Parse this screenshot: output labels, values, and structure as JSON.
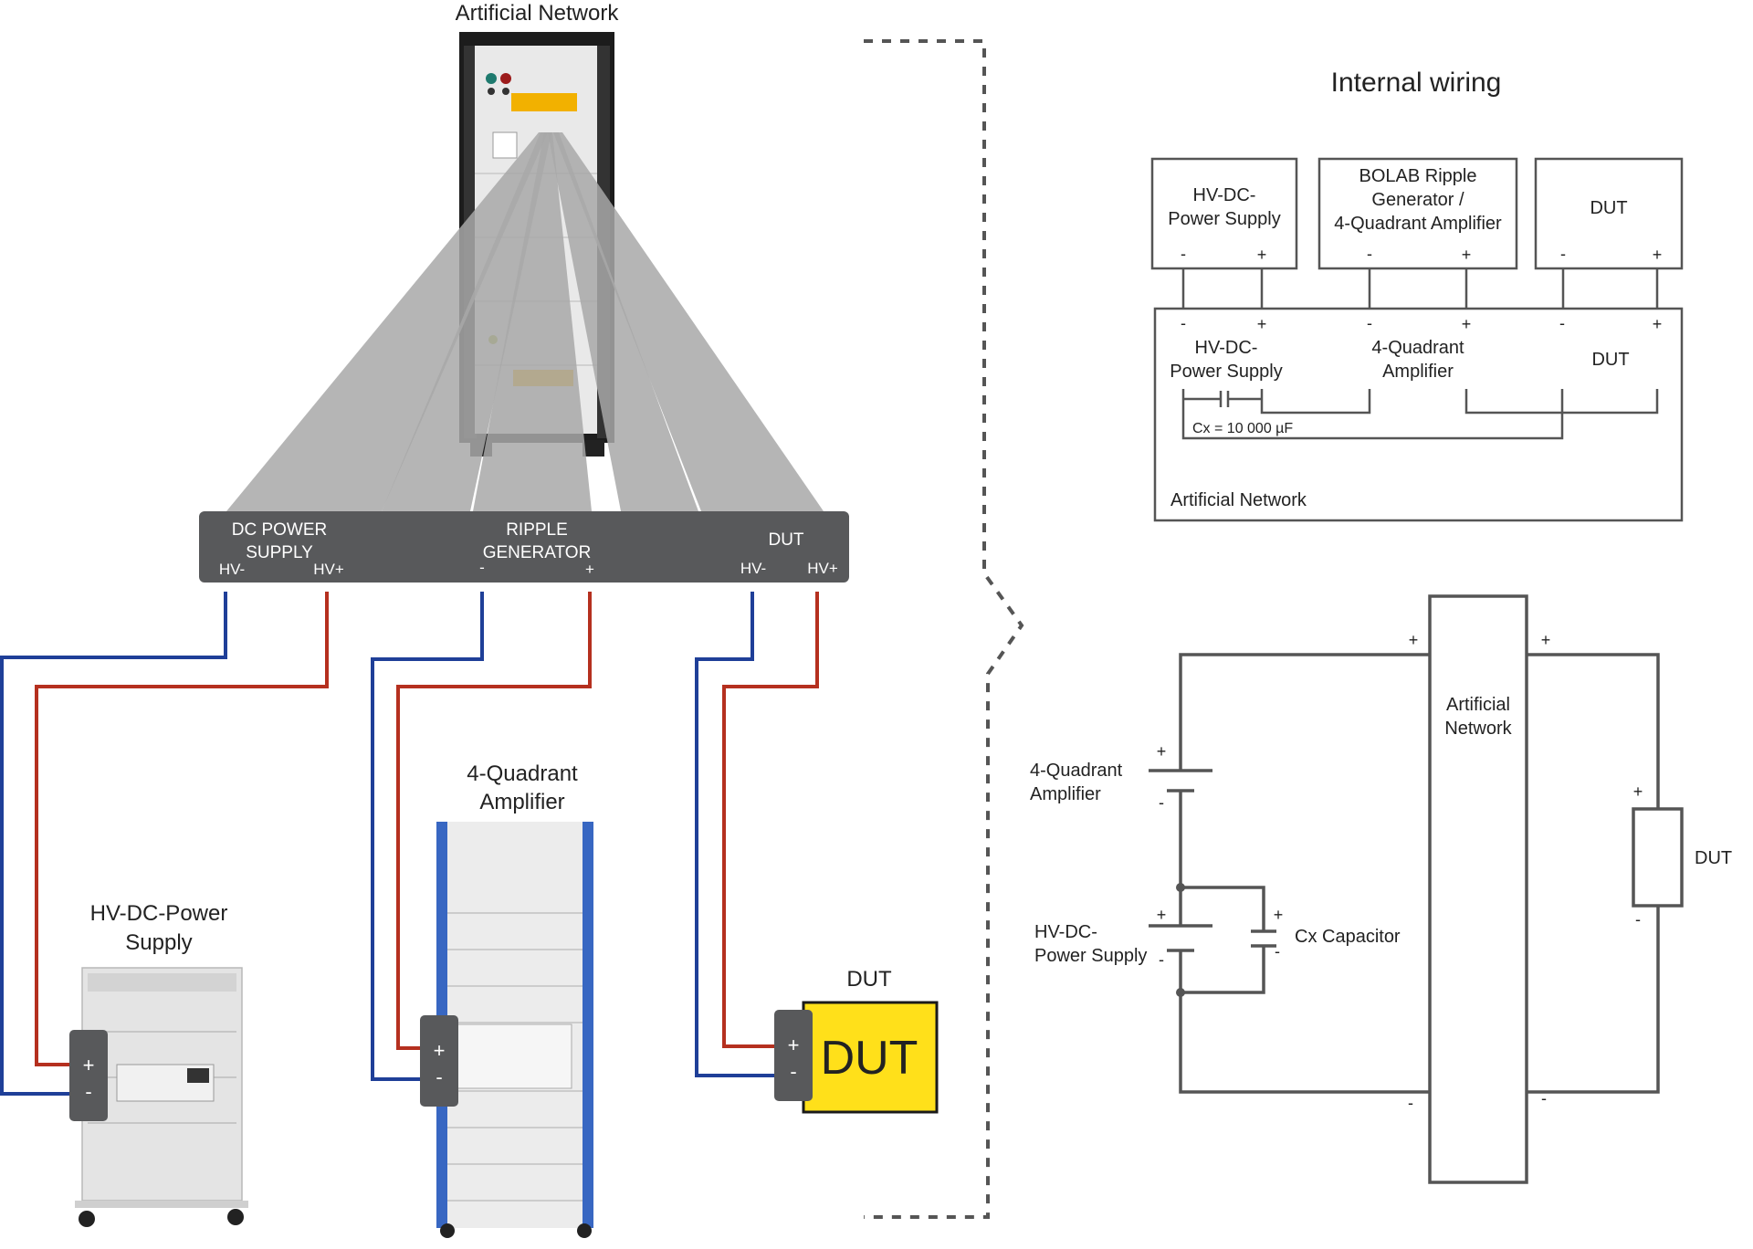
{
  "left": {
    "artificial_network_title": "Artificial Network",
    "panel": {
      "dc_line1": "DC POWER",
      "dc_line2": "SUPPLY",
      "dc_neg": "HV-",
      "dc_pos": "HV+",
      "ripple_line1": "RIPPLE",
      "ripple_line2": "GENERATOR",
      "ripple_neg": "-",
      "ripple_pos": "+",
      "dut": "DUT",
      "dut_neg": "HV-",
      "dut_pos": "HV+"
    },
    "hv_dc_title_line1": "HV-DC-Power",
    "hv_dc_title_line2": "Supply",
    "quad_title_line1": "4-Quadrant",
    "quad_title_line2": "Amplifier",
    "dut_title": "DUT",
    "dut_box_text": "DUT",
    "plus": "+",
    "minus": "-"
  },
  "wiring": {
    "title": "Internal wiring",
    "box1_line1": "HV-DC-",
    "box1_line2": "Power Supply",
    "box2_line1": "BOLAB Ripple",
    "box2_line2": "Generator /",
    "box2_line3": "4-Quadrant Amplifier",
    "box3": "DUT",
    "net_hv_line1": "HV-DC-",
    "net_hv_line2": "Power Supply",
    "net_quad_line1": "4-Quadrant",
    "net_quad_line2": "Amplifier",
    "net_dut": "DUT",
    "cx_label": "Cx = 10 000 µF",
    "network_label": "Artificial Network",
    "plus": "+",
    "minus": "-"
  },
  "schematic": {
    "network_line1": "Artificial",
    "network_line2": "Network",
    "quad_line1": "4-Quadrant",
    "quad_line2": "Amplifier",
    "hv_line1": "HV-DC-",
    "hv_line2": "Power Supply",
    "cx_label": "Cx Capacitor",
    "dut_label": "DUT",
    "plus": "+",
    "minus": "-"
  },
  "colors": {
    "wire_blue": "#1f3f98",
    "wire_red": "#b5301f",
    "panel_gray": "#58595b",
    "beam_gray": "#a8a8a8",
    "dut_yellow": "#ffe01a",
    "line_gray": "#555555"
  }
}
